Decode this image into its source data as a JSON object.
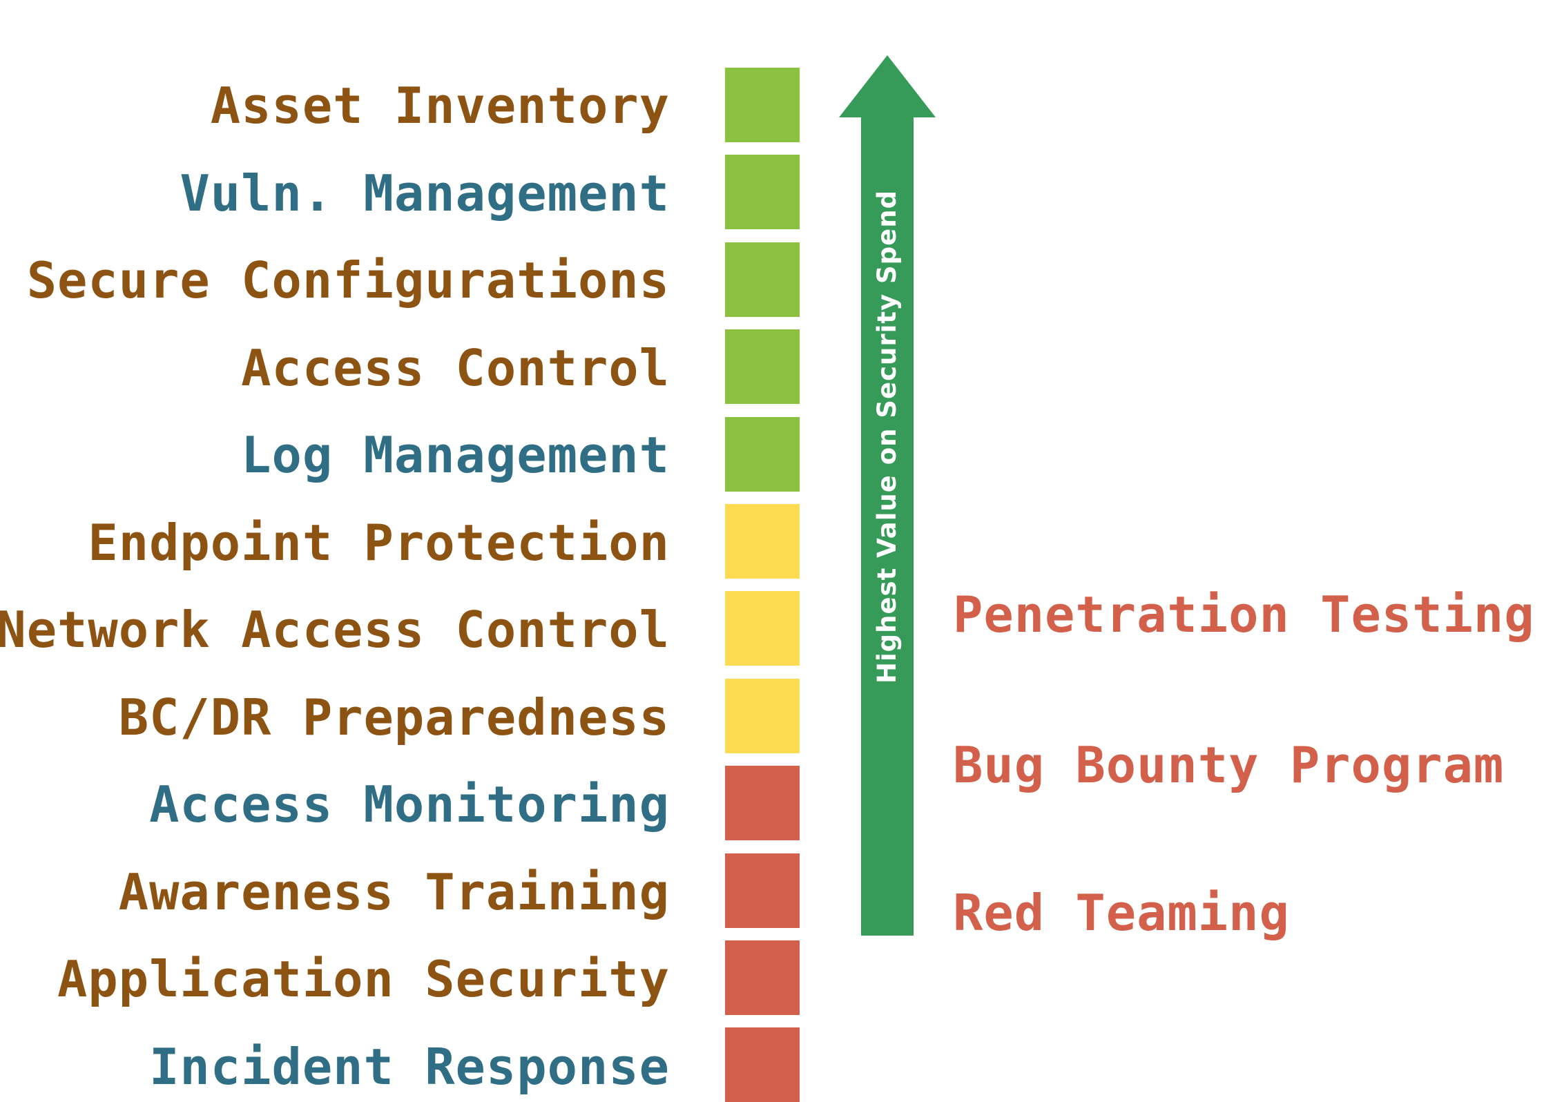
{
  "left_items": [
    {
      "label": "Asset Inventory",
      "color": "#8C5313",
      "tier_color": "#8BC041"
    },
    {
      "label": "Vuln. Management",
      "color": "#2F6E85",
      "tier_color": "#8BC041"
    },
    {
      "label": "Secure Configurations",
      "color": "#8C5313",
      "tier_color": "#8BC041"
    },
    {
      "label": "Access Control",
      "color": "#8C5313",
      "tier_color": "#8BC041"
    },
    {
      "label": "Log Management",
      "color": "#2F6E85",
      "tier_color": "#8BC041"
    },
    {
      "label": "Endpoint Protection",
      "color": "#8C5313",
      "tier_color": "#FDDC54"
    },
    {
      "label": "Network Access Control",
      "color": "#8C5313",
      "tier_color": "#FDDC54"
    },
    {
      "label": "BC/DR Preparedness",
      "color": "#8C5313",
      "tier_color": "#FDDC54"
    },
    {
      "label": "Access Monitoring",
      "color": "#2F6E85",
      "tier_color": "#D2604A"
    },
    {
      "label": "Awareness Training",
      "color": "#8C5313",
      "tier_color": "#D2604A"
    },
    {
      "label": "Application Security",
      "color": "#8C5313",
      "tier_color": "#D2604A"
    },
    {
      "label": "Incident Response",
      "color": "#2F6E85",
      "tier_color": "#D2604A"
    }
  ],
  "arrow": {
    "label": "Highest Value on Security Spend",
    "color": "#369B59",
    "direction": "up"
  },
  "right_items": [
    {
      "label": "Penetration Testing",
      "color": "#D2604A"
    },
    {
      "label": "Bug Bounty Program",
      "color": "#D2604A"
    },
    {
      "label": "Red Teaming",
      "color": "#D2604A"
    }
  ]
}
